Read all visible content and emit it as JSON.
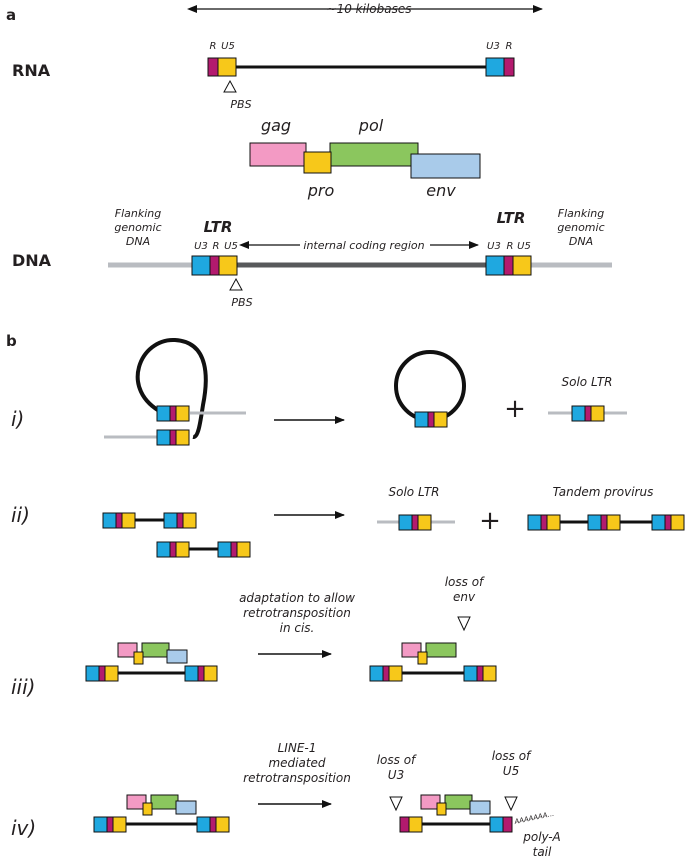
{
  "panel_a": {
    "panel_label": "a",
    "scale_label": "~10 kilobases",
    "rna": {
      "row_label": "RNA",
      "left_labels": [
        "R",
        "U5"
      ],
      "right_labels": [
        "U3",
        "R"
      ],
      "pbs_label": "PBS"
    },
    "genes": {
      "gag": "gag",
      "pol": "pol",
      "pro": "pro",
      "env": "env"
    },
    "dna": {
      "row_label": "DNA",
      "flank_left": [
        "Flanking",
        "genomic",
        "DNA"
      ],
      "flank_right": [
        "Flanking",
        "genomic",
        "DNA"
      ],
      "ltr_left": "LTR",
      "ltr_right": "LTR",
      "left_labels": [
        "U3",
        "R",
        "U5"
      ],
      "right_labels": [
        "U3",
        "R",
        "U5"
      ],
      "internal_label": "internal coding region",
      "pbs_label": "PBS"
    }
  },
  "panel_b": {
    "panel_label": "b",
    "rows": [
      {
        "numeral": "i)",
        "result_label": "Solo LTR"
      },
      {
        "numeral": "ii)",
        "result_label_1": "Solo LTR",
        "result_label_2": "Tandem provirus"
      },
      {
        "numeral": "iii)",
        "arrow_label": [
          "adaptation to allow",
          "retrotransposition",
          "in cis."
        ],
        "loss_label": [
          "loss of",
          "env"
        ]
      },
      {
        "numeral": "iv)",
        "arrow_label": [
          "LINE-1",
          "mediated",
          "retrotransposition"
        ],
        "loss_label_1": [
          "loss of",
          "U3"
        ],
        "loss_label_2": [
          "loss of",
          "U5"
        ],
        "tail_label": [
          "poly-A",
          "tail"
        ]
      }
    ],
    "plus_sign": "+"
  },
  "colors": {
    "u3": "#1fa8e0",
    "r": "#b31a6e",
    "u5": "#f7c81a",
    "gag": "#f39ac4",
    "pro": "#f7c81a",
    "pol": "#8bc65e",
    "env": "#a9cbea",
    "flank": "#b9bcc1",
    "internal_dna": "#58595b",
    "line": "#111111"
  }
}
